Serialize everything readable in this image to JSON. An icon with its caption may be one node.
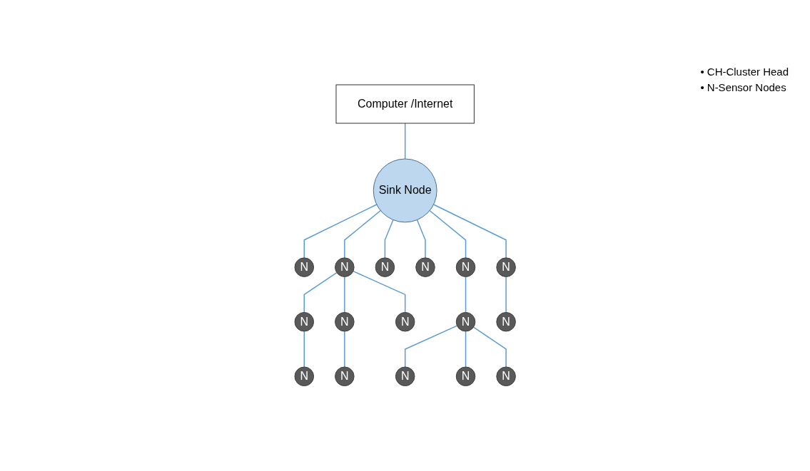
{
  "diagram": {
    "nodes": [
      {
        "text": [
          "Computer /Internet"
        ]
      },
      {
        "text": [
          "Sink Node"
        ]
      },
      {
        "text": [
          "N"
        ]
      },
      {
        "text": [
          "N"
        ]
      },
      {
        "text": [
          "N"
        ]
      },
      {
        "text": [
          "N"
        ]
      },
      {
        "text": [
          "N"
        ]
      },
      {
        "text": [
          "N"
        ]
      },
      {
        "text": [
          "N"
        ]
      },
      {
        "text": [
          "N"
        ]
      },
      {
        "text": [
          "N"
        ]
      },
      {
        "text": [
          "N"
        ]
      },
      {
        "text": [
          "N"
        ]
      },
      {
        "text": [
          "N"
        ]
      },
      {
        "text": [
          "N"
        ]
      },
      {
        "text": [
          "N"
        ]
      },
      {
        "text": [
          "N"
        ]
      },
      {
        "text": [
          "N"
        ]
      }
    ],
    "edges": [
      {
        "from": 0,
        "to": 1,
        "arrow": "none"
      },
      {
        "from": 1,
        "to": 2,
        "arrow": "none"
      },
      {
        "from": 1,
        "to": 8,
        "arrow": "none"
      },
      {
        "from": 1,
        "to": 3,
        "arrow": "none"
      },
      {
        "from": 1,
        "to": 4,
        "arrow": "none"
      },
      {
        "from": 1,
        "to": 5,
        "arrow": "none"
      },
      {
        "from": 1,
        "to": 6,
        "arrow": "none"
      },
      {
        "from": 6,
        "to": 7,
        "arrow": "none"
      },
      {
        "from": 8,
        "to": 10,
        "arrow": "none"
      },
      {
        "from": 8,
        "to": 11,
        "arrow": "none"
      },
      {
        "from": 8,
        "to": 12,
        "arrow": "none"
      },
      {
        "from": 10,
        "to": 16,
        "arrow": "none"
      },
      {
        "from": 11,
        "to": 17,
        "arrow": "none"
      },
      {
        "from": 5,
        "to": 9,
        "arrow": "none"
      },
      {
        "from": 9,
        "to": 14,
        "arrow": "none"
      },
      {
        "from": 9,
        "to": 15,
        "arrow": "none"
      },
      {
        "from": 9,
        "to": 13,
        "arrow": "none"
      }
    ],
    "labels": [
      "• CH-Cluster Head",
      "• N-Sensor Nodes"
    ]
  }
}
